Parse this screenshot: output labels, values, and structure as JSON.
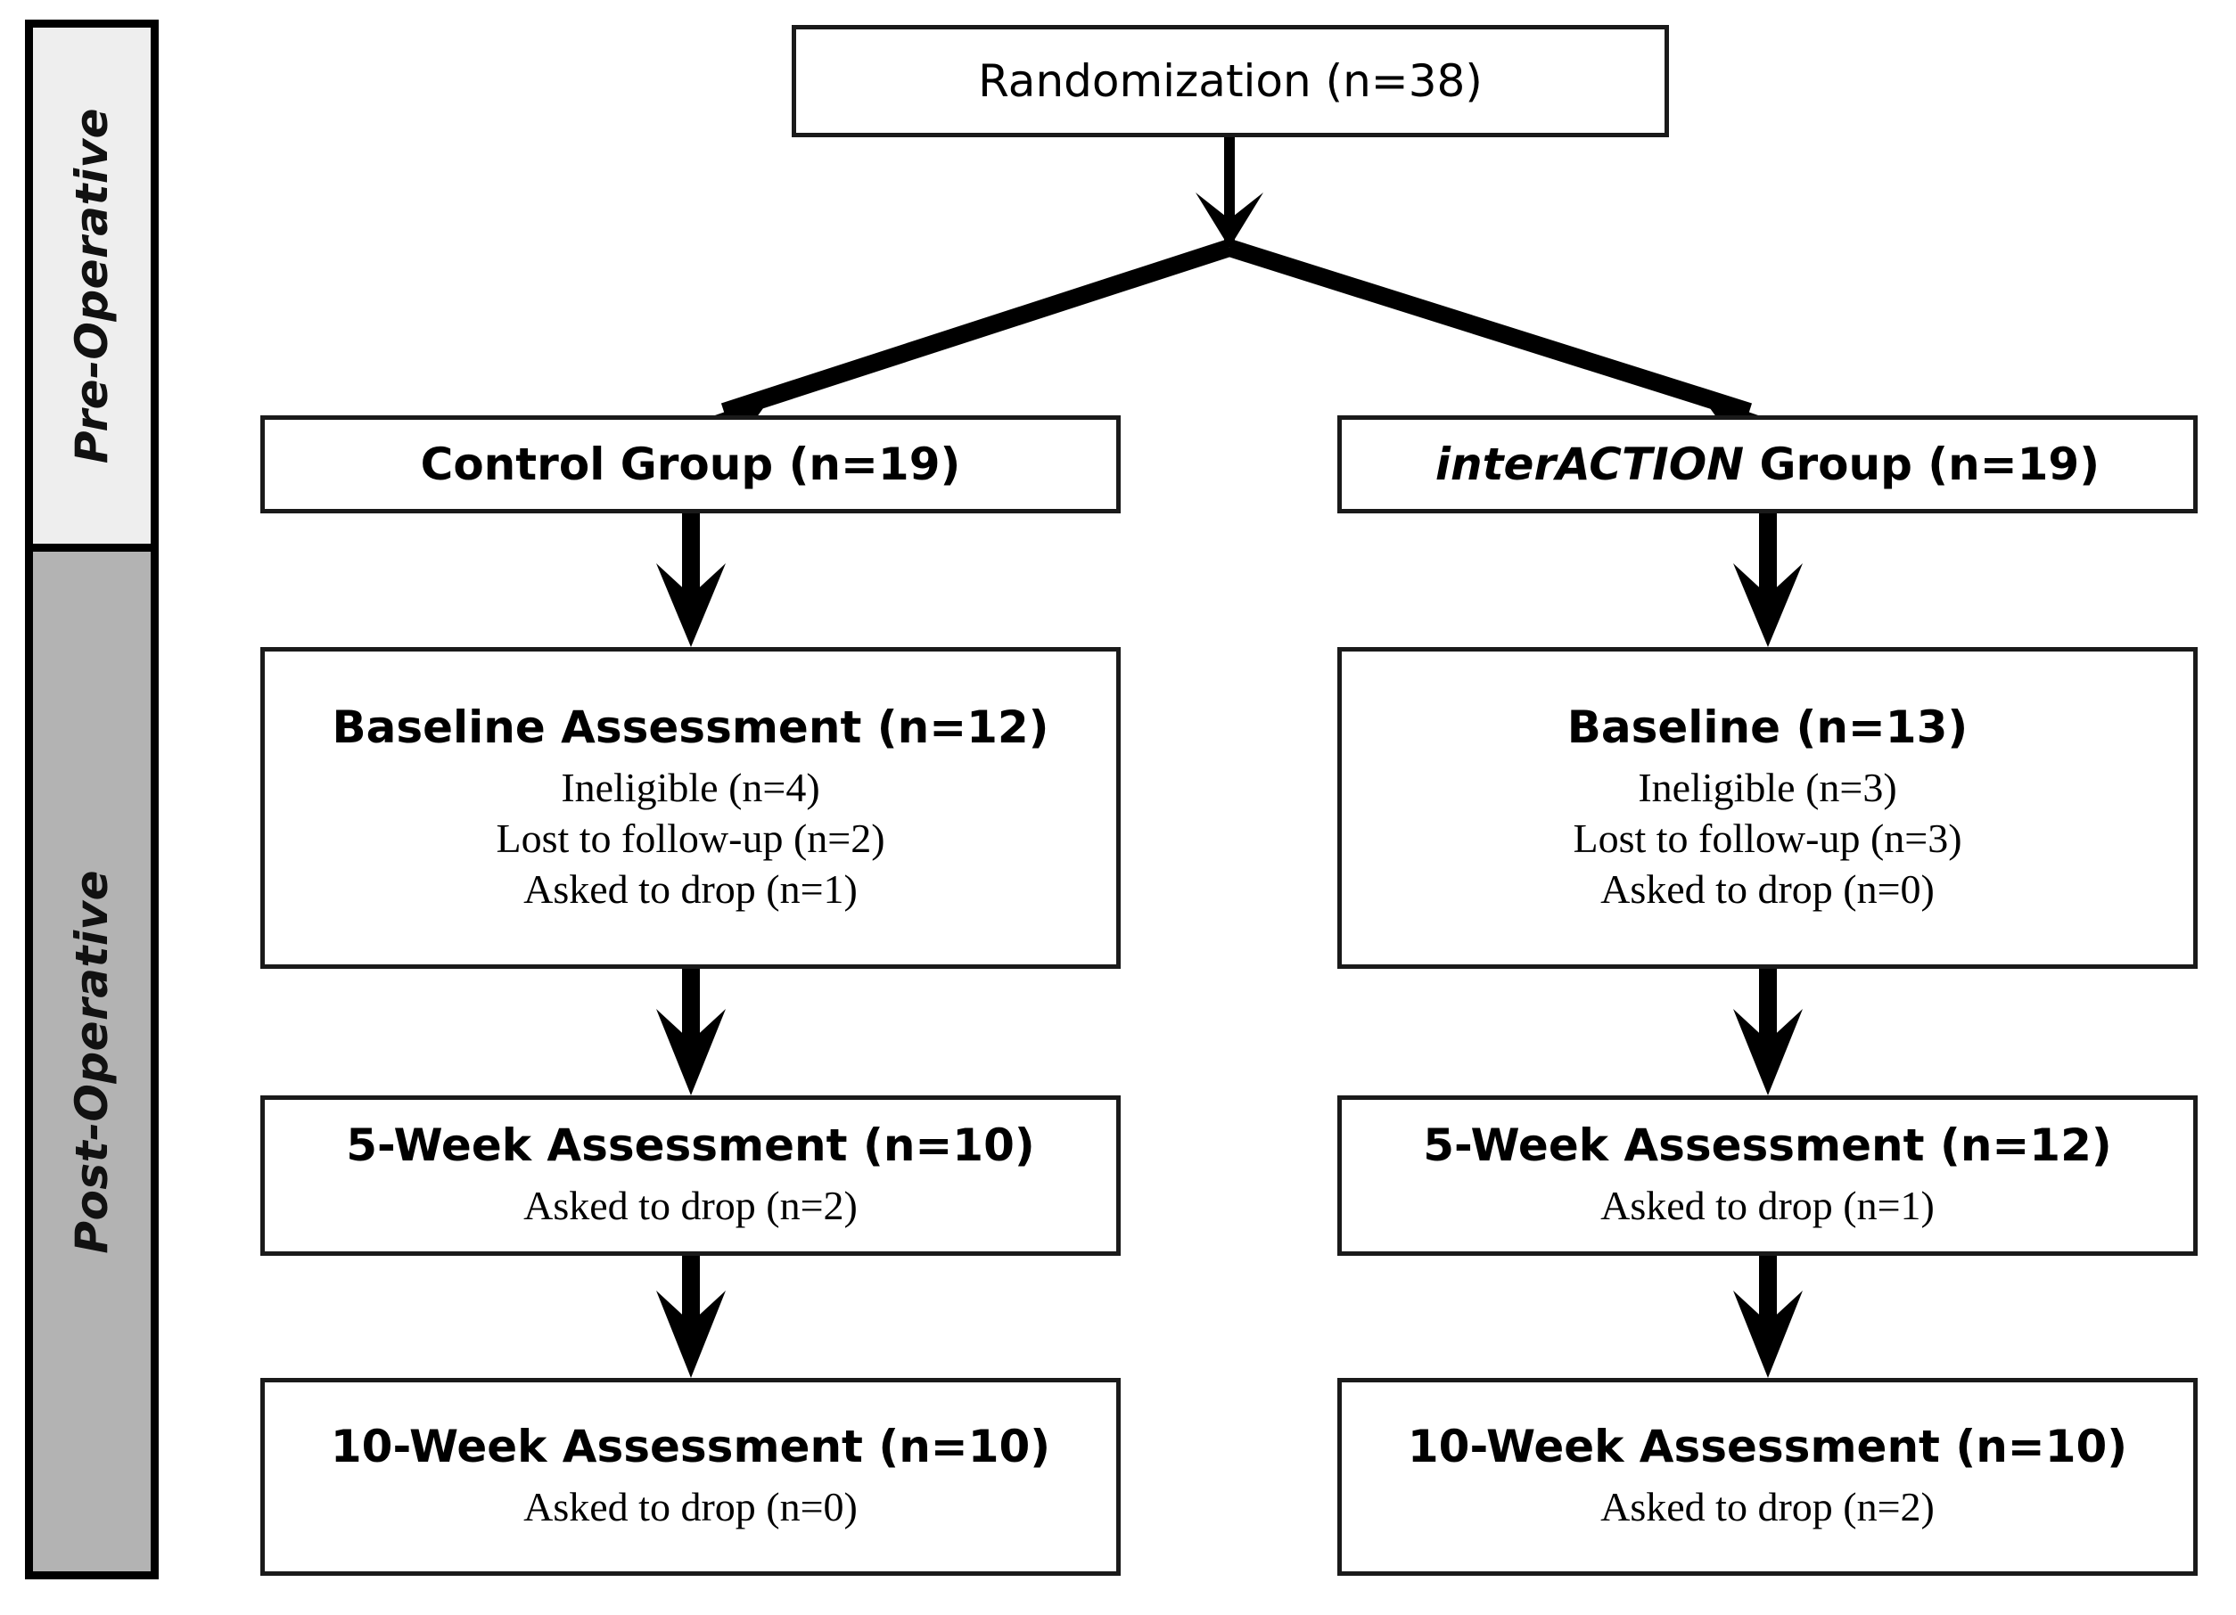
{
  "phases": {
    "pre_label": "Pre-Operative",
    "post_label": "Post-Operative"
  },
  "nodes": {
    "randomization": {
      "title": "Randomization (n=38)"
    },
    "control_group": {
      "title": "Control Group (n=19)"
    },
    "interaction_group": {
      "title_italic": "interACTION",
      "title_rest": " Group (n=19)"
    },
    "control_baseline": {
      "title": "Baseline Assessment (n=12)",
      "lines": [
        "Ineligible (n=4)",
        "Lost to follow-up (n=2)",
        "Asked to drop (n=1)"
      ]
    },
    "interaction_baseline": {
      "title": "Baseline (n=13)",
      "lines": [
        "Ineligible (n=3)",
        "Lost to follow-up (n=3)",
        "Asked to drop (n=0)"
      ]
    },
    "control_5week": {
      "title": "5-Week Assessment (n=10)",
      "lines": [
        "Asked to drop (n=2)"
      ]
    },
    "interaction_5week": {
      "title": "5-Week Assessment (n=12)",
      "lines": [
        "Asked to drop (n=1)"
      ]
    },
    "control_10week": {
      "title": "10-Week Assessment (n=10)",
      "lines": [
        "Asked to drop (n=0)"
      ]
    },
    "interaction_10week": {
      "title": "10-Week Assessment (n=10)",
      "lines": [
        "Asked to drop (n=2)"
      ]
    }
  },
  "colors": {
    "stroke": "#1a1a1a",
    "pre_fill": "#eeeeee",
    "post_fill": "#b3b3b3",
    "text": "#000000",
    "background": "#ffffff"
  }
}
